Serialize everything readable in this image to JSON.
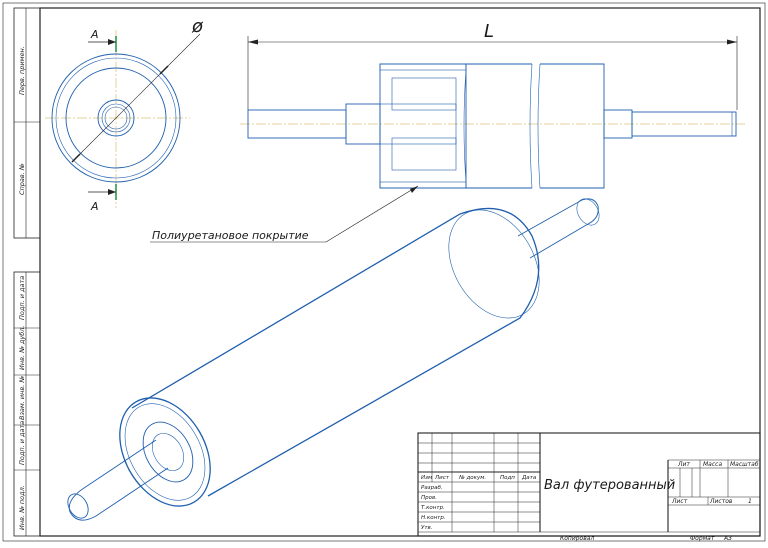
{
  "drawing": {
    "dim_length_label": "L",
    "dim_diameter_label": "ø",
    "section_mark_top": "А",
    "section_mark_bottom": "А",
    "callout_label": "Полиуретановое покрытие"
  },
  "side_stamp": {
    "labels": [
      "Перв. примен.",
      "Справ. №",
      "Подп. и дата",
      "Инв. № дубл.",
      "Взам. инв. №",
      "Подп. и дата",
      "Инв. № подл."
    ]
  },
  "title_block": {
    "title": "Вал футерованный",
    "col_izm": "Изм",
    "col_list": "Лист",
    "col_doc": "№ докум.",
    "col_podp": "Подп",
    "col_date": "Дата",
    "row_razrab": "Разраб.",
    "row_prov": "Пров.",
    "row_tkontr": "Т.контр.",
    "row_nkontr": "Н.контр.",
    "row_utv": "Утв.",
    "lit": "Лит",
    "massa": "Масса",
    "masshtab": "Масштаб",
    "list_label": "Лист",
    "listov_label": "Листов",
    "listov_value": "1",
    "kopiroval": "Копировал",
    "format_label": "Формат",
    "format_value": "А3"
  },
  "colors": {
    "line": "#1f5fae",
    "frame": "#222222",
    "centerline": "#c9a23a"
  }
}
